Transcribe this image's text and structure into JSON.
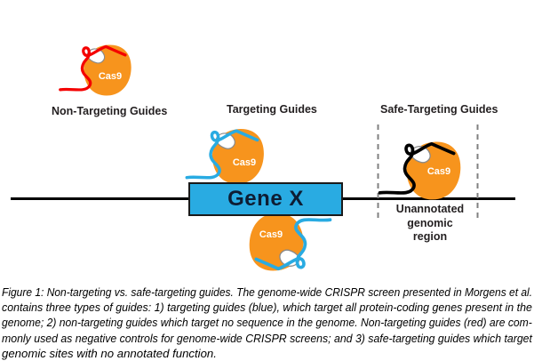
{
  "figure": {
    "labels": {
      "non_targeting": "Non-Targeting Guides",
      "targeting": "Targeting Guides",
      "safe_targeting": "Safe-Targeting Guides",
      "cas9": "Cas9",
      "gene": "Gene X",
      "unannotated_region": "Unannotated\ngenomic\nregion"
    },
    "colors": {
      "cas9_body": "#F7941D",
      "cas9_outline": "#4D4D4D",
      "targeting_guide": "#29ABE2",
      "non_targeting_guide": "#F40000",
      "safe_targeting_guide": "#000000",
      "gene_box_fill": "#29ABE2",
      "gene_box_border": "#1A1A1A",
      "gene_text": "#0E1D33",
      "genome_line": "#000000",
      "dashed_boundary": "#808080",
      "label_text": "#231F20"
    },
    "caption": {
      "lines": [
        "Figure 1: Non-targeting vs. safe-targeting guides. The genome-wide CRISPR screen presented in Morgens et al.",
        "contains three types of guides: 1) targeting guides (blue), which target all protein-coding genes present in the",
        "genome; 2) non-targeting guides which target no sequence in the genome. Non-targeting guides (red) are com-",
        "monly used as negative controls for genome-wide CRISPR screens; and 3) safe-targeting guides which target",
        "genomic sites with no annotated function."
      ]
    }
  }
}
